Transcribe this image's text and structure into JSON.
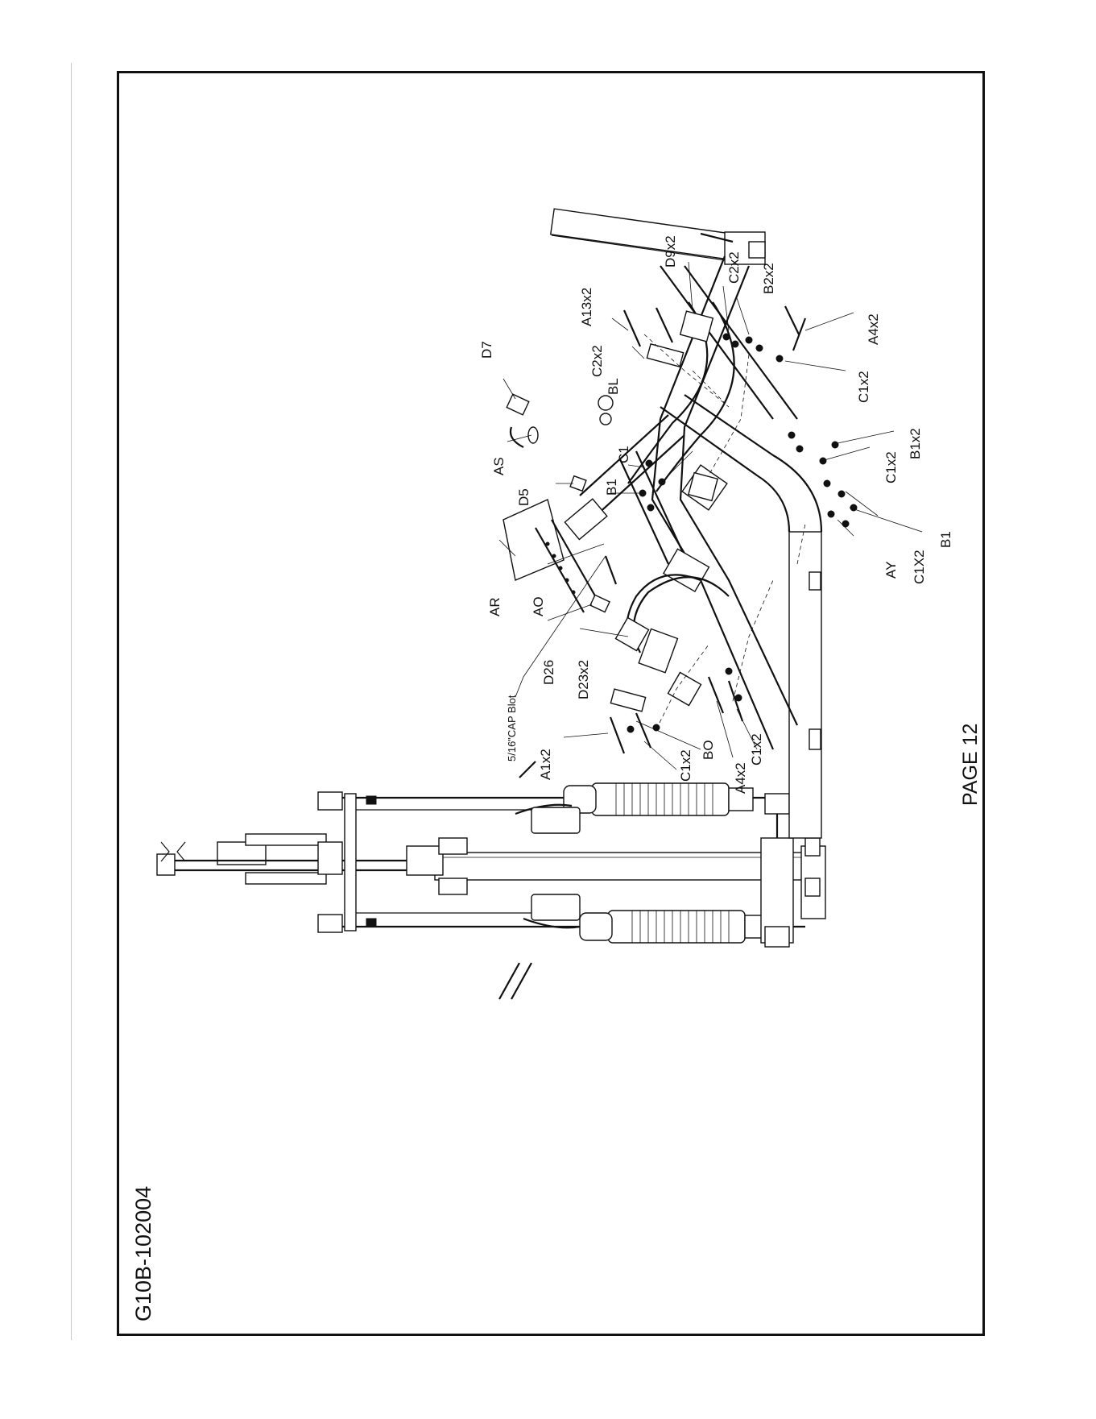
{
  "document": {
    "model_code": "G10B-102004",
    "page_label": "PAGE 12"
  },
  "callouts": [
    {
      "id": "D9x2",
      "text": "D9x2"
    },
    {
      "id": "C2x2-top",
      "text": "C2x2"
    },
    {
      "id": "B2x2",
      "text": "B2x2"
    },
    {
      "id": "A13x2",
      "text": "A13x2"
    },
    {
      "id": "A4x2-right",
      "text": "A4x2"
    },
    {
      "id": "D7",
      "text": "D7"
    },
    {
      "id": "C2x2-mid",
      "text": "C2x2"
    },
    {
      "id": "BL",
      "text": "BL"
    },
    {
      "id": "C1x2-right",
      "text": "C1x2"
    },
    {
      "id": "AS",
      "text": "AS"
    },
    {
      "id": "C1",
      "text": "C1"
    },
    {
      "id": "D5",
      "text": "D5"
    },
    {
      "id": "B1-upper",
      "text": "B1"
    },
    {
      "id": "B1x2",
      "text": "B1x2"
    },
    {
      "id": "C1x2-mid",
      "text": "C1x2"
    },
    {
      "id": "AR",
      "text": "AR"
    },
    {
      "id": "AO",
      "text": "AO"
    },
    {
      "id": "AY",
      "text": "AY"
    },
    {
      "id": "C1X2",
      "text": "C1X2"
    },
    {
      "id": "B1-lower",
      "text": "B1"
    },
    {
      "id": "D26",
      "text": "D26"
    },
    {
      "id": "D23x2",
      "text": "D23x2"
    },
    {
      "id": "cap-bolt",
      "text": "5/16\"CAP Blot"
    },
    {
      "id": "A1x2",
      "text": "A1x2"
    },
    {
      "id": "BO",
      "text": "BO"
    },
    {
      "id": "C1x2-left",
      "text": "C1x2"
    },
    {
      "id": "A4x2-left",
      "text": "A4x2"
    },
    {
      "id": "C1x2-lower",
      "text": "C1x2"
    }
  ]
}
